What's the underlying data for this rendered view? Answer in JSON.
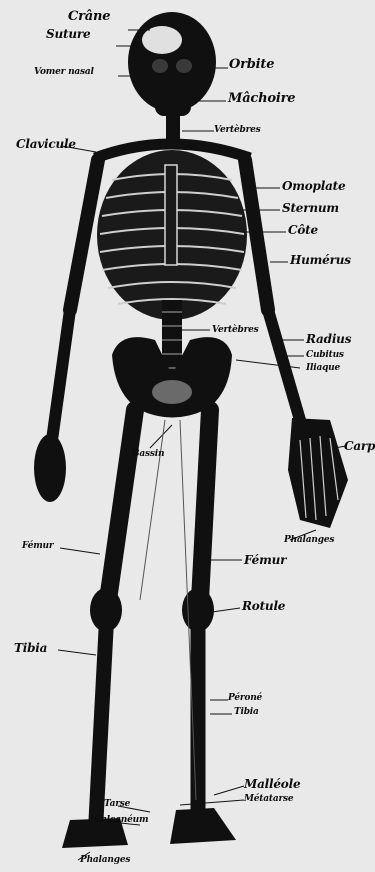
{
  "colors": {
    "paper": "#e9e9e9",
    "ink": "#0c0c0c"
  },
  "labels": {
    "crane": "Crâne",
    "suture": "Suture",
    "os_nasal": "Vomer nasal",
    "orbite": "Orbite",
    "machoire": "Mâchoire",
    "clavicule": "Clavicule",
    "vertebres": "Vertèbres",
    "omoplate": "Omoplate",
    "sternum": "Sternum",
    "cote": "Côte",
    "humerus": "Humérus",
    "vertebres_lombaires": "Vertèbres",
    "radius": "Radius",
    "cubitus": "Cubitus",
    "iliaque": "Iliaque",
    "carpe": "Carpe",
    "bassin": "Bassin",
    "phalanges_main": "Phalanges",
    "femur_left": "Fémur",
    "femur_right": "Fémur",
    "rotule": "Rotule",
    "tibia_left": "Tibia",
    "perone": "Péroné",
    "tibia_right": "Tibia",
    "malleole": "Malléole",
    "metatarse": "Métatarse",
    "tarse": "Tarse",
    "calcaneum": "Calcanéum",
    "phalanges_pied": "Phalanges"
  }
}
